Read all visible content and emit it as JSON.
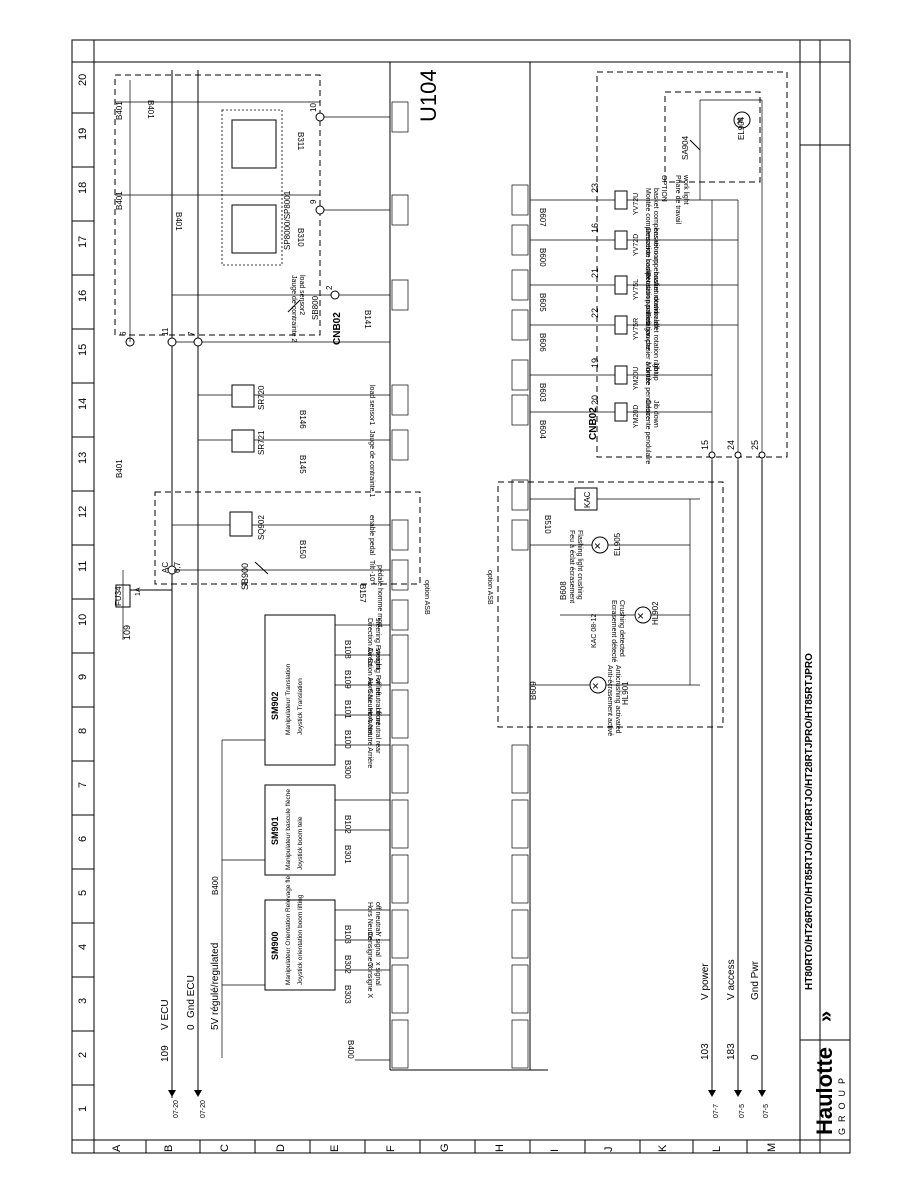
{
  "border": {
    "columns": [
      "1",
      "2",
      "3",
      "4",
      "5",
      "6",
      "7",
      "8",
      "9",
      "10",
      "11",
      "12",
      "13",
      "14",
      "15",
      "16",
      "17",
      "18",
      "19",
      "20"
    ],
    "rows": [
      "A",
      "B",
      "C",
      "D",
      "E",
      "F",
      "G",
      "H",
      "I",
      "J",
      "K",
      "L",
      "M"
    ]
  },
  "title_block": {
    "brand": "Haulotte",
    "brand_sub": "GROUP",
    "models": "HT80RTO/HT26RTO/HT85RTJO/HT28RTJO/HT28RTJPRO/HT85RTJPRO"
  },
  "rails": {
    "r109": {
      "num": "109",
      "label": "V ECU"
    },
    "r0": {
      "num": "0",
      "label": "Gnd ECU"
    },
    "r5v": {
      "label": "5V régulé/regulated"
    },
    "r103": {
      "num": "103",
      "label": "V power"
    },
    "r183": {
      "num": "183",
      "label": "V access"
    },
    "r0b": {
      "num": "0",
      "label": "Gnd Pwr"
    },
    "ref1": "07-20",
    "ref2": "07-20",
    "ref3": "07-7",
    "ref4": "07-5",
    "ref5": "07-5"
  },
  "ecu": {
    "label": "U104"
  },
  "fuse": {
    "name": "FU34",
    "rating": "1A"
  },
  "joysticks": [
    {
      "tag": "SM900",
      "fr": "Manipulateur Orientation Relevage flèche",
      "en": "Joystick orientation boom lifting"
    },
    {
      "tag": "SM901",
      "fr": "Manipulateur bascule flèche",
      "en": "Joystick boom tele"
    },
    {
      "tag": "SM902",
      "fr": "Manipulateur Translation",
      "en": "Joystick Translation"
    }
  ],
  "wires": {
    "b303": "B303",
    "b302": "B302",
    "b103": "B103",
    "b301": "B301",
    "b102": "B102",
    "b300": "B300",
    "b100": "B100",
    "b101": "B101",
    "b109": "B109",
    "b108": "B108",
    "b400a": "B400",
    "b400b": "B400",
    "b157": "B157",
    "b150": "B150",
    "b145": "B145",
    "b146": "B146",
    "b141": "B141",
    "b310": "B310",
    "b311": "B311",
    "b401a": "B401",
    "b401b": "B401",
    "b401c": "B401",
    "b401d": "B401",
    "b604": "B604",
    "b603": "B603",
    "b609": "B609",
    "b606": "B606",
    "b605": "B605",
    "b600": "B600",
    "b607": "B607",
    "b608": "B608",
    "b510": "B510"
  },
  "signals": [
    "Consigne X",
    "x signal",
    "Consigne Y",
    "Y signal",
    "Hors Neutre",
    "off neutral",
    "Hors Neutre Arrière",
    "off neutral rear",
    "Hors Neutre Avant",
    "off neutral front",
    "Direction Av. Gau.",
    "steering Fw left",
    "Direction Av. Dr.",
    "steering Fw right",
    "RAZ écrasement",
    "Crushing reset",
    "Active bar",
    "Tilt +10°",
    "Tilt -10°",
    "pédale homme mort",
    "enable pedal",
    "Jauge de contrainte 1",
    "load sensor1",
    "Jauge de contrainte 2",
    "load sensor2"
  ],
  "components": {
    "sb900": "SB900",
    "sq902": "SQ902",
    "sr721": "SR721",
    "sr720": "SR720",
    "sb800": "SB800",
    "sp8001": "SP8000/SP8001",
    "cnb02a": "CNB02",
    "cnb02b": "CNB02",
    "hl901": "HL901",
    "hl902": "HL902",
    "el905": "EL905",
    "kac": "KAC",
    "el904": "EL904",
    "sa904": "SA904",
    "ym20d": "YM20D",
    "ym20u": "YM20U",
    "yv75r": "YV75R",
    "yv75l": "YV75L",
    "yv72d": "YV72D",
    "yv72u": "YV72U"
  },
  "outputs": [
    {
      "fr": "Descente pendulaire",
      "en": "Jib down"
    },
    {
      "fr": "Montée pendulaire",
      "en": "Jib up"
    },
    {
      "fr": "Rotation panier à droite",
      "en": "basket rotation right"
    },
    {
      "fr": "Rotation panier à gauche",
      "en": "basket rotation left"
    },
    {
      "fr": "Descente compensation panier",
      "en": "basket compensation down"
    },
    {
      "fr": "Montée compensation basket",
      "en": "basket compensation up"
    }
  ],
  "lamps": [
    {
      "fr": "Anti-écrasement activé",
      "en": "Anticrushing activated"
    },
    {
      "fr": "Ecrasement détecté",
      "en": "Crushing detected"
    },
    {
      "fr": "Feu à éclat écrasement",
      "en": "Flashing light crushing"
    }
  ],
  "worklight": {
    "fr": "Phare de travail",
    "en": "work light",
    "option": "OPTION"
  },
  "options": {
    "asb1": "option ASB",
    "asb2": "option ASB"
  },
  "kac_ref": "KAC 08-12",
  "pins_left": [
    "6",
    "11",
    "7",
    "2",
    "9",
    "10"
  ],
  "pins_right": [
    "20",
    "19",
    "22",
    "21",
    "16",
    "23",
    "15",
    "24",
    "25"
  ]
}
